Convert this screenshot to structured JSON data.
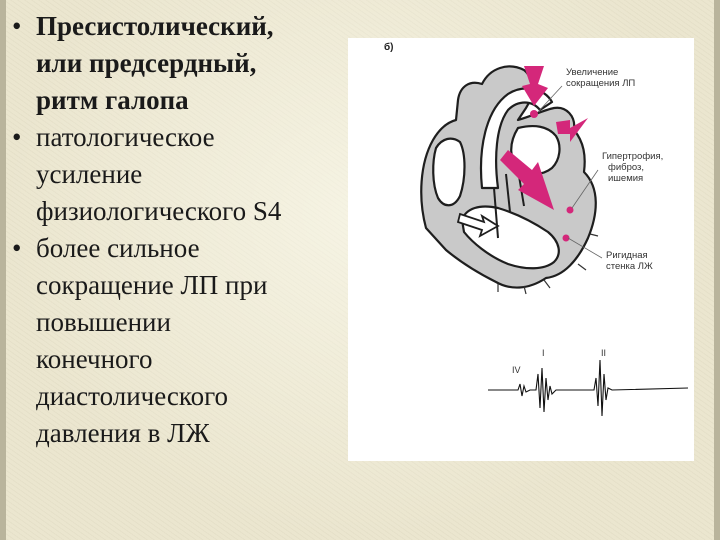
{
  "bullets": [
    {
      "marker": "•",
      "lines": [
        "Пресистолический,",
        "или предсердный,",
        "ритм галопа"
      ]
    },
    {
      "marker": "•",
      "lines": [
        "патологическое",
        "усиление",
        "физиологического S4"
      ]
    },
    {
      "marker": "•",
      "lines": [
        "более сильное",
        "сокращение ЛП при",
        "повышении",
        "конечного",
        "диастолического",
        "давления в ЛЖ"
      ]
    }
  ],
  "figure": {
    "panel_tag": "б)",
    "annotations": {
      "la_contraction": [
        "Увеличение",
        "сокращения ЛП"
      ],
      "hypertrophy": [
        "Гипертрофия,",
        "фиброз,",
        "ишемия"
      ],
      "rigid_wall": [
        "Ригидная",
        "стенка ЛЖ"
      ]
    },
    "sound_labels": {
      "s4": "IV",
      "s1": "I",
      "s2": "II"
    },
    "colors": {
      "tissue": "#c9c9c9",
      "outline": "#1e1e1e",
      "accent": "#d4277a"
    }
  }
}
